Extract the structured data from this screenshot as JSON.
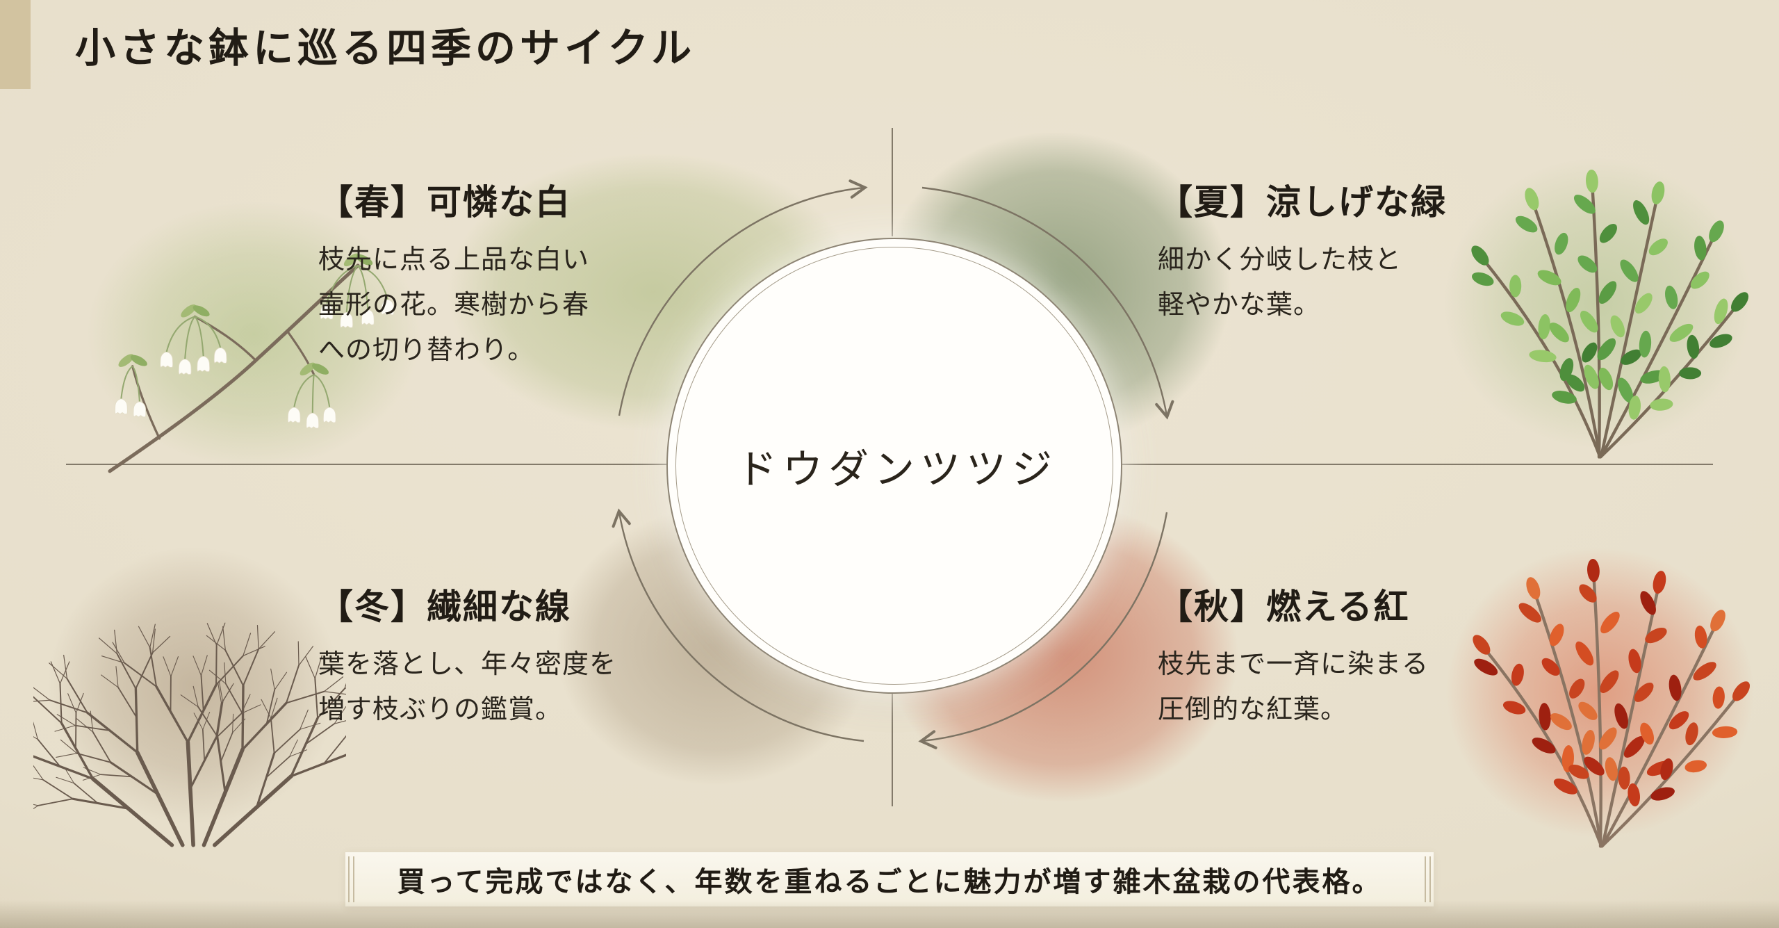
{
  "title": "小さな鉢に巡る四季のサイクル",
  "center": {
    "plant_name": "ドウダンツツジ"
  },
  "seasons": {
    "spring": {
      "heading": "【春】可憐な白",
      "body_lines": [
        "枝先に点る上品な白い",
        "壷形の花。寒樹から春",
        "への切り替わり。"
      ],
      "accent_color": "#9fb873"
    },
    "summer": {
      "heading": "【夏】涼しげな緑",
      "body_lines": [
        "細かく分岐した枝と",
        "軽やかな葉。"
      ],
      "accent_color": "#53764a"
    },
    "autumn": {
      "heading": "【秋】燃える紅",
      "body_lines": [
        "枝先まで一斉に染まる",
        "圧倒的な紅葉。"
      ],
      "accent_color": "#c04a2e"
    },
    "winter": {
      "heading": "【冬】繊細な線",
      "body_lines": [
        "葉を落とし、年々密度を",
        "増す枝ぶりの鑑賞。"
      ],
      "accent_color": "#a08a6d"
    }
  },
  "footer": {
    "note": "買って完成ではなく、年数を重ねるごとに魅力が増す雑木盆栽の代表格。"
  },
  "colors": {
    "background": "#e7dfcb",
    "axis_line": "#7c7363",
    "text": "#211c15",
    "circle_border": "#8d8474",
    "banner_background": "#f7f3e7"
  }
}
